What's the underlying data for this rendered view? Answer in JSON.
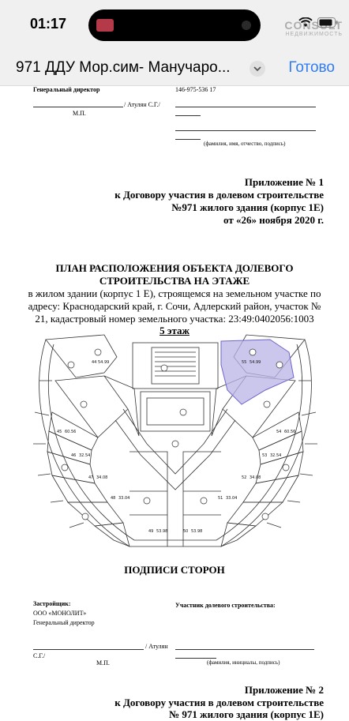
{
  "status": {
    "time": "01:17"
  },
  "watermark": {
    "line1": "CONSULT",
    "line2": "НЕДВИЖИМОСТЬ"
  },
  "navbar": {
    "title": "971 ДДУ Мор.сим- Манучаро...",
    "done": "Готово"
  },
  "doc": {
    "top": {
      "gen_director": "Генеральный директор",
      "code": "146-975-536 17",
      "sign_name": "/ Атулян С.Г./",
      "mp": "М.П.",
      "fio_hint": "(фамилия, имя, отчество, подпись)"
    },
    "appendix1": {
      "line1": "Приложение № 1",
      "line2": "к Договору участия в долевом строительстве",
      "line3": "№971 жилого здания (корпус 1Е)",
      "line4": "от «26» ноября 2020 г."
    },
    "plan": {
      "title1": "ПЛАН РАСПОЛОЖЕНИЯ ОБЪЕКТА ДОЛЕВОГО",
      "title2": "СТРОИТЕЛЬСТВА НА ЭТАЖЕ",
      "desc1": "в жилом здании (корпус 1 Е), строящемся на земельном участке по",
      "desc2": "адресу: Краснодарский край, г. Сочи, Адлерский район, участок №",
      "desc3": "21, кадастровый номер земельного участка: 23:49:0402056:1003",
      "floor": "5 этаж",
      "apartments": [
        {
          "no": "44",
          "area": "54.99"
        },
        {
          "no": "45",
          "area": "60.56"
        },
        {
          "no": "46",
          "area": "32.54"
        },
        {
          "no": "47",
          "area": "34.08"
        },
        {
          "no": "48",
          "area": "33.04"
        },
        {
          "no": "49",
          "area": "53.98"
        },
        {
          "no": "50",
          "area": "53.98"
        },
        {
          "no": "51",
          "area": "33.04"
        },
        {
          "no": "52",
          "area": "34.08"
        },
        {
          "no": "53",
          "area": "32.54"
        },
        {
          "no": "54",
          "area": "60.56"
        },
        {
          "no": "55",
          "area": "54.99"
        }
      ],
      "highlight_color": "#b9b3e6"
    },
    "signatures": {
      "heading": "ПОДПИСИ СТОРОН",
      "developer_label": "Застройщик:",
      "developer_org": "ООО «МОНОЛИТ»",
      "developer_role": "Генеральный директор",
      "participant_label": "Участник долевого строительства:",
      "sign_name": "/ Атулян",
      "sign_initials": "С.Г./",
      "mp": "М.П.",
      "fio_hint": "(фамилия, инициалы, подпись)"
    },
    "appendix2": {
      "line1": "Приложение № 2",
      "line2": "к Договору участия в долевом строительстве",
      "line3": "№ 971 жилого здания (корпус 1Е)"
    }
  }
}
